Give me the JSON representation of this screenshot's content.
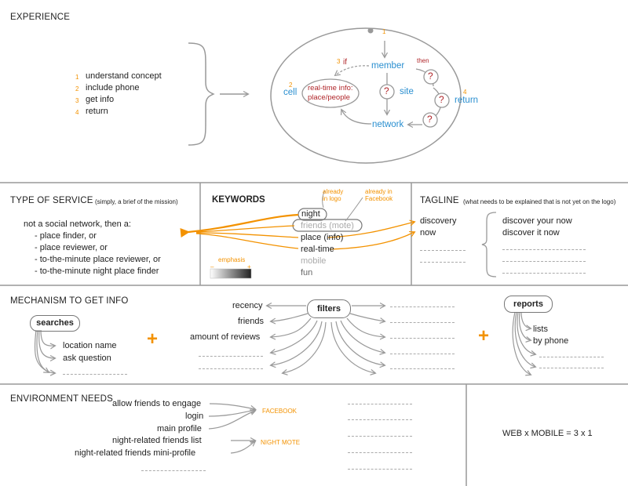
{
  "colors": {
    "accent": "#f39200",
    "blue": "#2a8fd0",
    "red": "#b0262a",
    "line": "#999999",
    "grey": "#aaaaaa"
  },
  "experience": {
    "title": "EXPERIENCE",
    "steps": [
      {
        "num": "1",
        "label": "understand concept"
      },
      {
        "num": "2",
        "label": "include phone"
      },
      {
        "num": "3",
        "label": "get info"
      },
      {
        "num": "4",
        "label": "return"
      }
    ],
    "diagram": {
      "n1": "1",
      "n2": "2",
      "n3": "3",
      "n4": "4",
      "if": "if",
      "then": "then",
      "member": "member",
      "cell": "cell",
      "site": "site",
      "network": "network",
      "return": "return",
      "bubble_line1": "real-time info:",
      "bubble_line2": "place/people",
      "q": "?"
    }
  },
  "type_of_service": {
    "title": "TYPE OF SERVICE",
    "subtitle": "(simply, a brief of the mission)",
    "intro": "not a social network, then a:",
    "items": [
      "- place finder, or",
      "- place reviewer, or",
      "- to-the-minute place reviewer, or",
      "- to-the-minute night place finder"
    ]
  },
  "keywords": {
    "title": "KEYWORDS",
    "note_logo_1": "already",
    "note_logo_2": "in logo",
    "note_fb_1": "already in",
    "note_fb_2": "Facebook",
    "words": [
      "night",
      "friends (mote)",
      "place (info)",
      "real-time",
      "mobile",
      "fun"
    ],
    "emphasis": "emphasis",
    "minus": "–",
    "plus": "+"
  },
  "tagline": {
    "title": "TAGLINE",
    "subtitle": "(what needs to be explained that is not yet on the logo)",
    "left": [
      "discovery",
      "now"
    ],
    "right": [
      "discover your now",
      "discover it now"
    ]
  },
  "mechanism": {
    "title": "MECHANISM TO GET INFO",
    "searches": "searches",
    "search_items": [
      "location name",
      "ask question"
    ],
    "plus": "+",
    "filters": "filters",
    "filter_items": [
      "recency",
      "friends",
      "amount of reviews"
    ],
    "reports": "reports",
    "report_items": [
      "lists",
      "by phone"
    ]
  },
  "environment": {
    "title": "ENVIRONMENT NEEDS",
    "items": [
      "allow friends to engage",
      "login",
      "main profile",
      "night-related friends list",
      "night-related friends mini-profile"
    ],
    "facebook": "FACEBOOK",
    "night_mote": "NIGHT MOTE",
    "formula": "WEB x MOBILE = 3 x 1"
  }
}
